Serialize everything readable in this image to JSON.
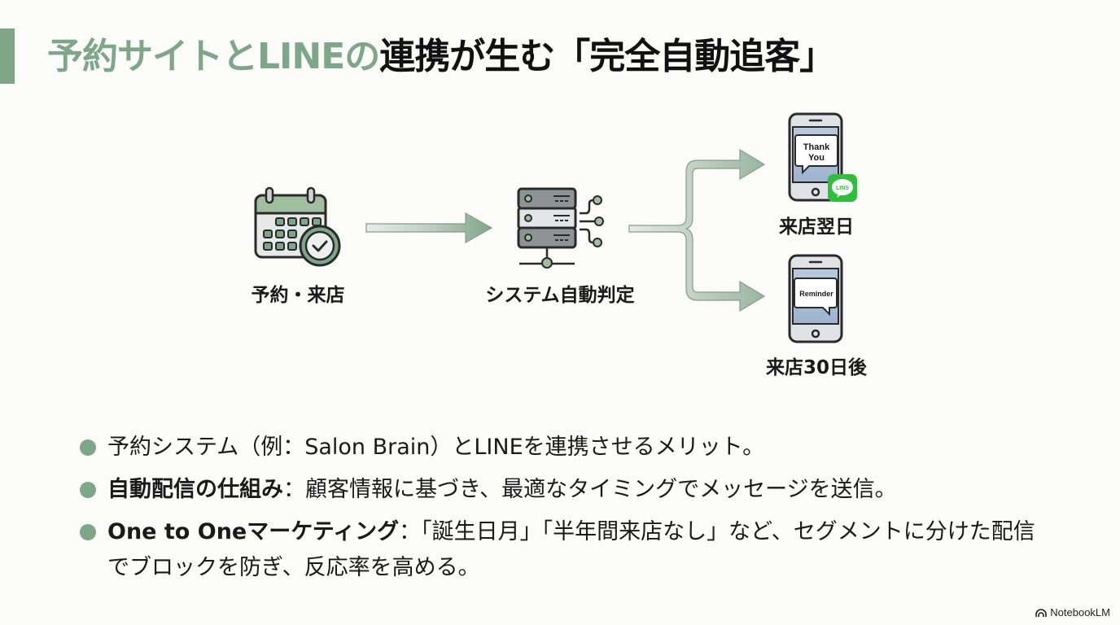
{
  "title": {
    "part_green": "予約サイトとLINEの",
    "part_dark": "連携が生む「完全自動追客」"
  },
  "colors": {
    "accent": "#7ea688",
    "line_green": "#2fbf3a",
    "phone_screen": "#a9bdd6"
  },
  "diagram": {
    "nodes": [
      {
        "id": "booking",
        "label": "予約・来店",
        "icon": "calendar-clock-icon"
      },
      {
        "id": "system",
        "label": "システム自動判定",
        "icon": "server-network-icon"
      },
      {
        "id": "next_day",
        "label": "来店翌日",
        "icon": "smartphone-icon",
        "bubble_text": "Thank You",
        "badge": "LINS"
      },
      {
        "id": "day30",
        "label": "来店30日後",
        "icon": "smartphone-icon",
        "bubble_text": "Reminder"
      }
    ]
  },
  "bullets": [
    {
      "bold": "",
      "text": "予約システム（例：Salon Brain）とLINEを連携させるメリット。"
    },
    {
      "bold": "自動配信の仕組み",
      "text": "：顧客情報に基づき、最適なタイミングでメッセージを送信。"
    },
    {
      "bold": "One to Oneマーケティング",
      "text": "：「誕生日月」「半年間来店なし」など、セグメントに分けた配信でブロックを防ぎ、反応率を高める。"
    }
  ],
  "brand": {
    "label": "NotebookLM"
  }
}
